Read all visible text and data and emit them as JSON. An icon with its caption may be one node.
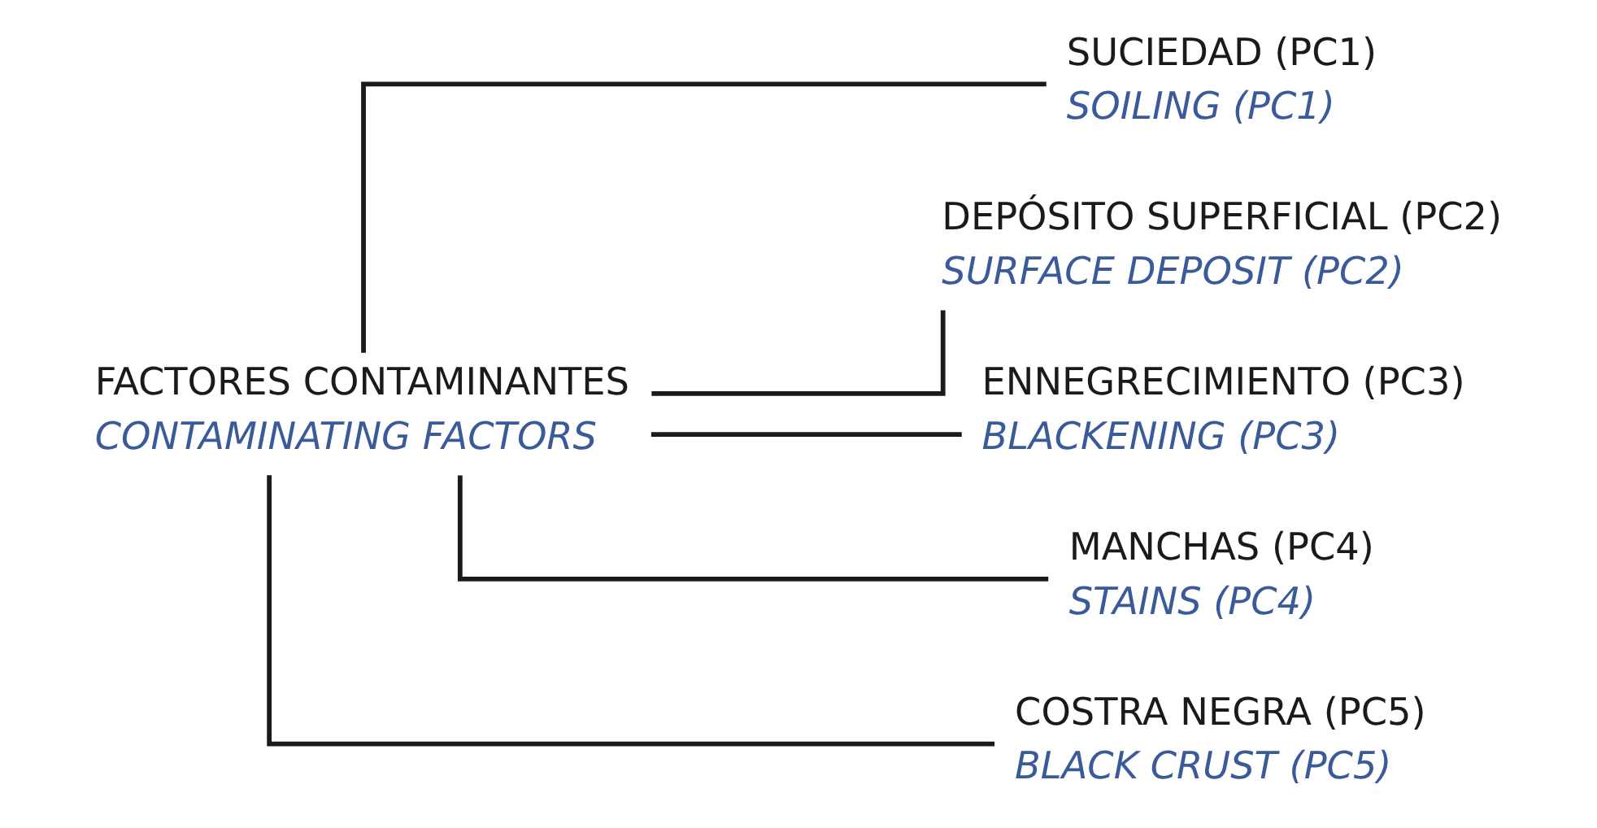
{
  "diagram": {
    "nodes": [
      {
        "text": [
          "FACTORES CONTAMINANTES",
          "CONTAMINATING FACTORS"
        ]
      },
      {
        "text": [
          "SUCIEDAD (PC1)",
          "SOILING (PC1)"
        ]
      },
      {
        "text": [
          "DEPÓSITO SUPERFICIAL (PC2)",
          "SURFACE DEPOSIT (PC2)"
        ]
      },
      {
        "text": [
          "ENNEGRECIMIENTO (PC3)",
          "BLACKENING (PC3)"
        ]
      },
      {
        "text": [
          "MANCHAS (PC4)",
          "STAINS (PC4)"
        ]
      },
      {
        "text": [
          "COSTRA NEGRA (PC5)",
          "BLACK CRUST (PC5)"
        ]
      }
    ],
    "edges": [
      {
        "from": 0,
        "to": 1,
        "arrow": "none"
      },
      {
        "from": 0,
        "to": 2,
        "arrow": "none"
      },
      {
        "from": 0,
        "to": 3,
        "arrow": "none"
      },
      {
        "from": 0,
        "to": 4,
        "arrow": "none"
      },
      {
        "from": 0,
        "to": 5,
        "arrow": "none"
      }
    ]
  }
}
